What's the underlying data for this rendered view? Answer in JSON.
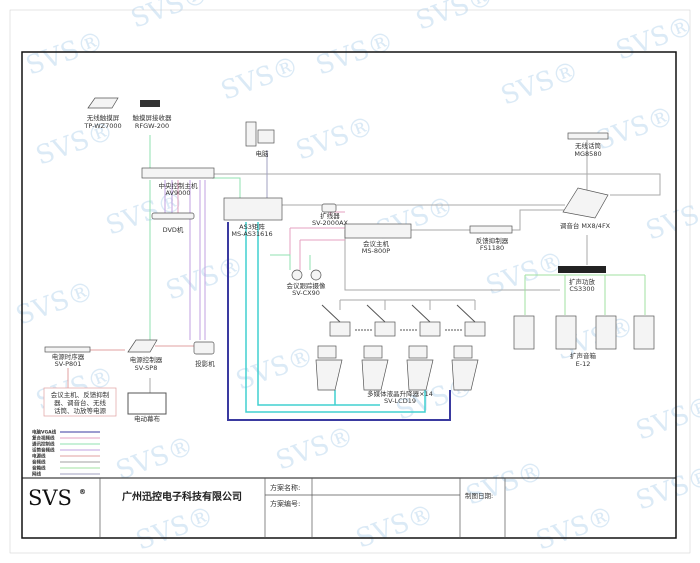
{
  "watermark": "SVS",
  "devices": {
    "touch_screen": {
      "name": "无线触摸屏",
      "model": "TP-WZ7000"
    },
    "touch_receiver": {
      "name": "触摸屏接收器",
      "model": "RFGW-200"
    },
    "central_controller": {
      "name": "中央控制主机",
      "model": "AV9000"
    },
    "dvd": {
      "name": "DVD机"
    },
    "computer": {
      "name": "电脑"
    },
    "matrix": {
      "name": "AS3矩阵",
      "model": "MS-AS31616"
    },
    "splitter": {
      "name": "扩线器",
      "model": "SV-2000AX"
    },
    "conference_host": {
      "name": "会议主机",
      "model": "MS-800P"
    },
    "feedback_suppressor": {
      "name": "反馈抑制器",
      "model": "FS1180"
    },
    "wireless_mic": {
      "name": "无线话筒",
      "model": "MG8580"
    },
    "mixer": {
      "name": "调音台 MX8/4FX"
    },
    "amplifier": {
      "name": "扩声功放",
      "model": "CS3300"
    },
    "speakers": {
      "name": "扩声音箱",
      "model": "E-12"
    },
    "cameras": {
      "name": "会议跟踪摄像",
      "model": "SV-CX90"
    },
    "lcd_lifts": {
      "name": "多媒体液晶升降器×14",
      "model": "SV-LCD19"
    },
    "power_sequencer": {
      "name": "电源时序器",
      "model": "SV-P801"
    },
    "power_controller": {
      "name": "电源控制器",
      "model": "SV-SP8"
    },
    "projector": {
      "name": "投影机"
    },
    "screen": {
      "name": "电动幕布"
    },
    "power_note": [
      "会议主机、反馈抑制",
      "器、调音台、无线",
      "话筒、功放等电源"
    ]
  },
  "legend": [
    {
      "label": "电脑VGA线",
      "color": "#3a3aa0"
    },
    {
      "label": "复合视频线",
      "color": "#e6a0c0"
    },
    {
      "label": "通讯控制线",
      "color": "#90e0b0"
    },
    {
      "label": "话筒音频线",
      "color": "#c0a0e0"
    },
    {
      "label": "电源线",
      "color": "#e0a0a0"
    },
    {
      "label": "音频线",
      "color": "#a0a0a0"
    },
    {
      "label": "音箱线",
      "color": "#a0e0a0"
    },
    {
      "label": "网线",
      "color": "#a0a0c0"
    }
  ],
  "title_block": {
    "logo": "SVS",
    "company": "广州迅控电子科技有限公司",
    "project_name_label": "方案名称:",
    "project_no_label": "方案编号:",
    "date_label": "制图日期:"
  }
}
